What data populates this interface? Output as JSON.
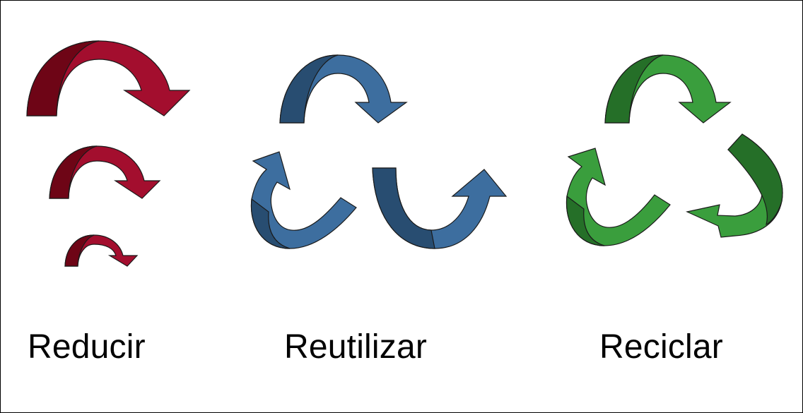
{
  "labels": {
    "reduce": "Reducir",
    "reuse": "Reutilizar",
    "recycle": "Reciclar"
  },
  "colors": {
    "reduce_light": "#a30e2e",
    "reduce_dark": "#6e0516",
    "reuse_light": "#3d6e9f",
    "reuse_dark": "#284d71",
    "recycle_light": "#3a9e3d",
    "recycle_dark": "#256f28",
    "outline": "#1a1a1a"
  },
  "icons": [
    "reduce-arrow-icon",
    "reuse-arrow-icon",
    "recycle-arrow-icon"
  ]
}
